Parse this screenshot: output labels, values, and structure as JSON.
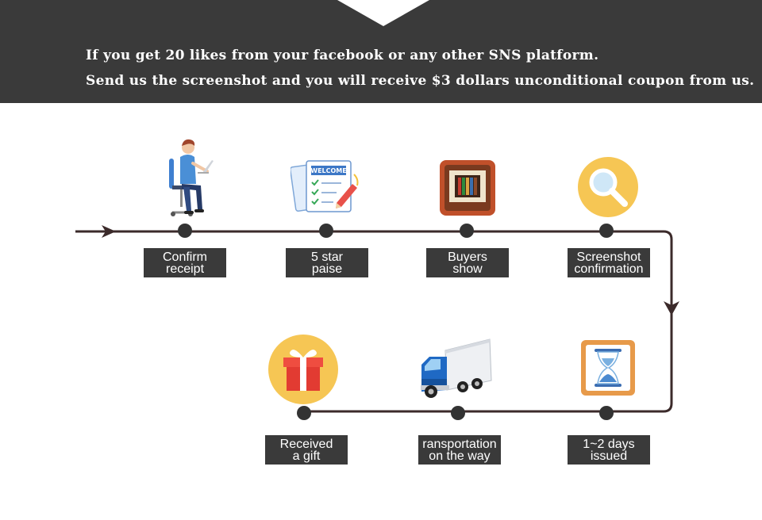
{
  "banner": {
    "line1": "If you get 20 likes from your facebook or any other SNS platform.",
    "line2": "Send us the screenshot and you will receive $3 dollars unconditional coupon from us."
  },
  "steps": [
    {
      "icon": "person-at-laptop-icon",
      "label_line1": "Confirm",
      "label_line2": "receipt"
    },
    {
      "icon": "welcome-checklist-icon",
      "label_line1": "5 star",
      "label_line2": "paise"
    },
    {
      "icon": "framed-picture-icon",
      "label_line1": "Buyers",
      "label_line2": "show"
    },
    {
      "icon": "magnifier-icon",
      "label_line1": "Screenshot",
      "label_line2": "confirmation"
    },
    {
      "icon": "hourglass-icon",
      "label_line1": "1~2 days",
      "label_line2": "issued"
    },
    {
      "icon": "delivery-truck-icon",
      "label_line1": "ransportation",
      "label_line2": "on the way"
    },
    {
      "icon": "gift-box-icon",
      "label_line1": "Received",
      "label_line2": "a gift"
    }
  ],
  "colors": {
    "banner_bg": "#3a3a3a",
    "line": "#3b2a2a",
    "label_bg": "#3a3a3a",
    "label_text": "#ffffff"
  }
}
